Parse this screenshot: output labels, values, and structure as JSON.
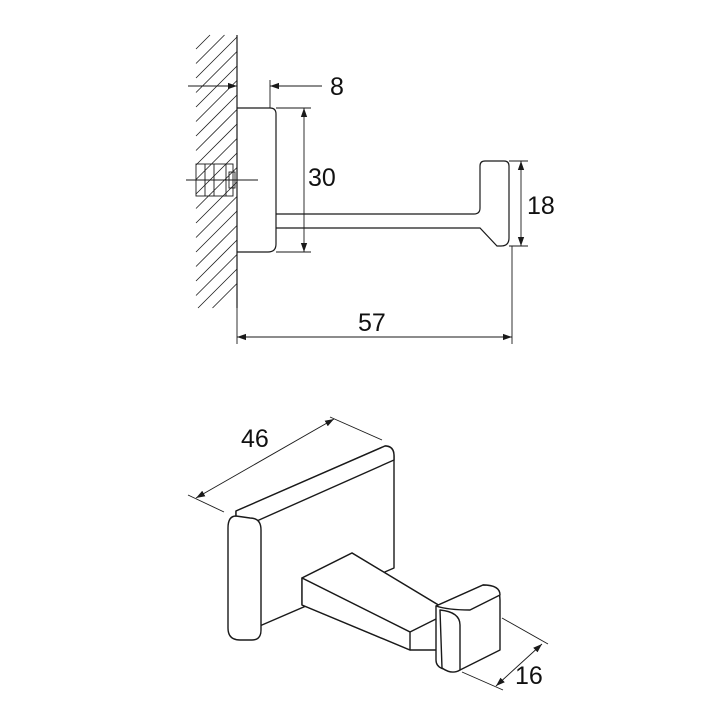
{
  "dimensions": {
    "plate_thickness": "8",
    "plate_height": "30",
    "hook_height": "18",
    "total_depth": "57",
    "plate_width": "46",
    "hook_width": "16"
  }
}
